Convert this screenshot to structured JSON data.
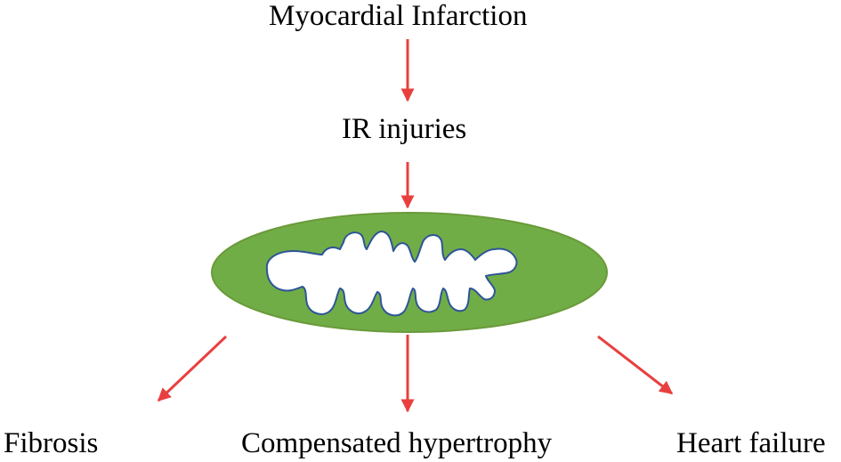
{
  "nodes": {
    "top": "Myocardial Infarction",
    "middle": "IR injuries",
    "outcome_left": "Fibrosis",
    "outcome_center": "Compensated hypertrophy",
    "outcome_right": "Heart failure"
  },
  "colors": {
    "arrow": "#e8403f",
    "mitochondrion_outer": "#71ad47",
    "mitochondrion_stroke": "#6a9a3a",
    "cristae_fill": "#ffffff",
    "cristae_stroke": "#2e5597"
  },
  "icons": {
    "organelle": "mitochondrion-icon"
  }
}
